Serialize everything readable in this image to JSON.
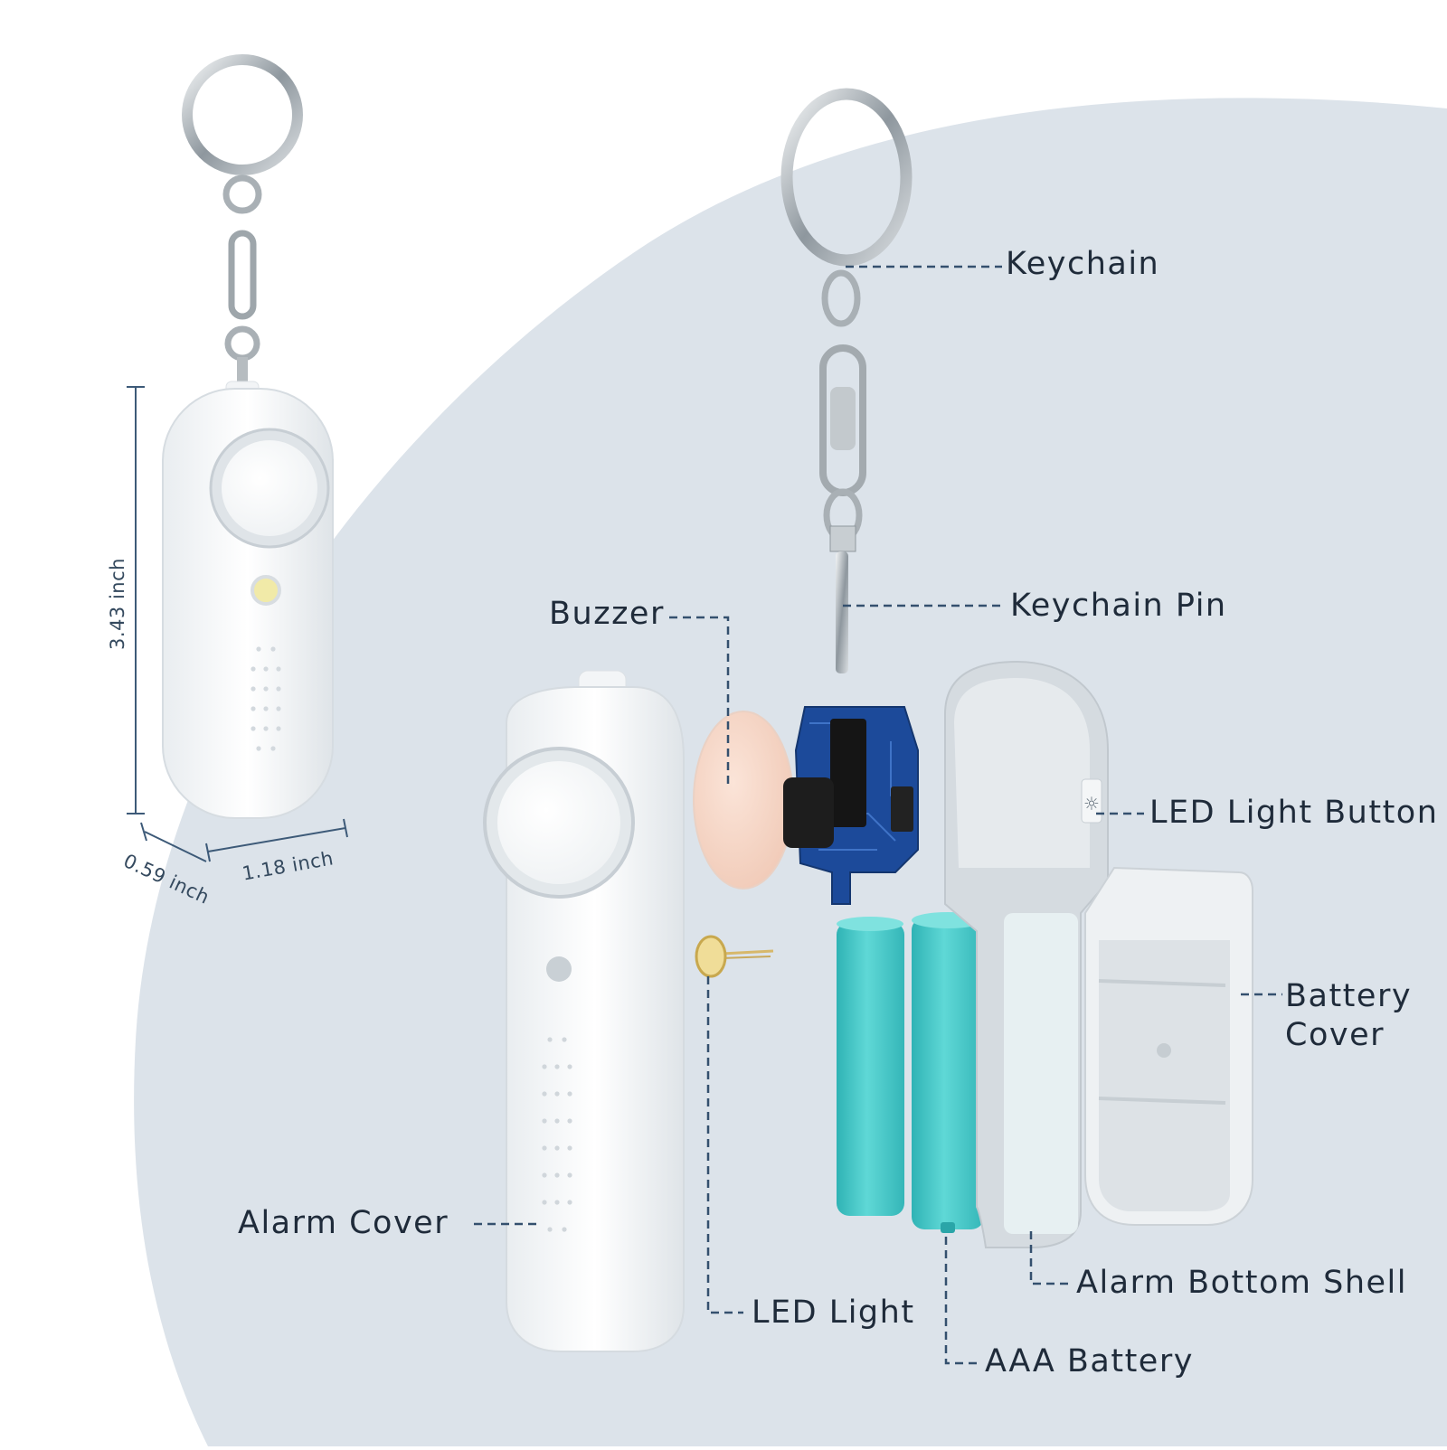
{
  "dimensions": {
    "height": "3.43 inch",
    "depth": "0.59 inch",
    "width": "1.18 inch"
  },
  "labels": {
    "keychain": "Keychain",
    "keychain_pin": "Keychain Pin",
    "buzzer": "Buzzer",
    "led_light_button": "LED Light Button",
    "battery_cover_line1": "Battery",
    "battery_cover_line2": "Cover",
    "alarm_cover": "Alarm Cover",
    "led_light": "LED Light",
    "alarm_bottom_shell": "Alarm Bottom Shell",
    "aaa_battery": "AAA Battery"
  },
  "colors": {
    "background_blob": "#dce3ea",
    "leader_line": "#34506e",
    "label_text": "#1f2b3a",
    "battery": "#46c9c9",
    "pcb": "#1c4a9a",
    "buzzer": "#f6d7c8"
  }
}
